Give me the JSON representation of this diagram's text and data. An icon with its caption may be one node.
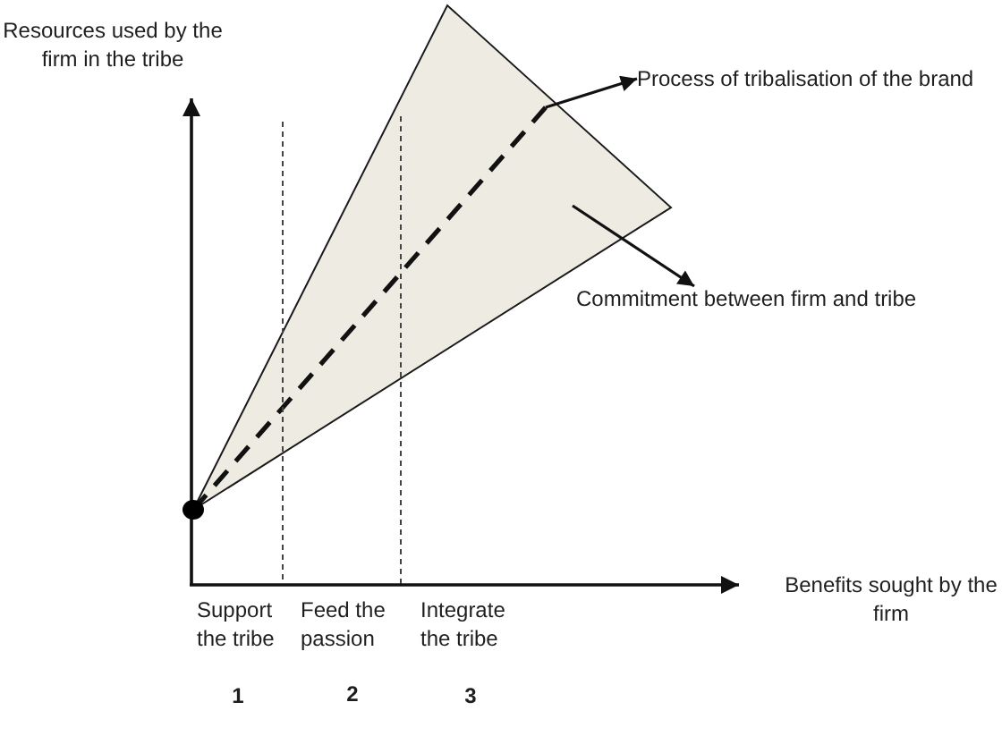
{
  "diagram": {
    "nodes": [
      {
        "text": [],
        "shape": "triangle"
      },
      {
        "text": [],
        "shape": "line",
        "in": 0
      },
      {
        "text": [
          "Process of tribalisation of the brand"
        ]
      },
      {
        "text": [
          "Commitment between firm and tribe"
        ]
      }
    ],
    "edges": [
      {
        "from": 1,
        "to": 2,
        "arrow": "to"
      },
      {
        "from": null,
        "to": 3,
        "arrow": "to"
      }
    ],
    "labels": [
      "Resources used by the firm in the tribe",
      "Benefits sought by the firm",
      "Support the tribe",
      "Feed the passion",
      "Integrate the tribe",
      "1",
      "2",
      "3"
    ]
  }
}
